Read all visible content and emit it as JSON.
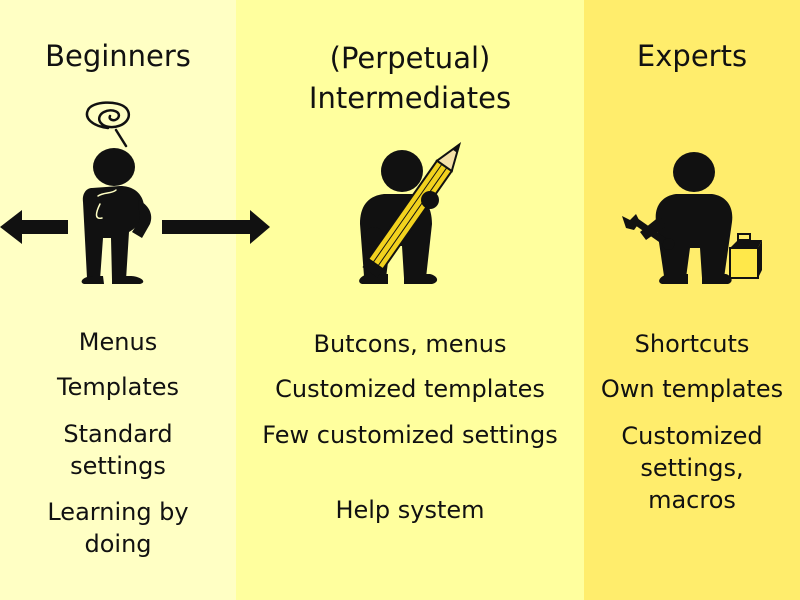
{
  "columns": [
    {
      "title": "Beginners",
      "items": [
        "Menus",
        "Templates",
        "Standard\nsettings",
        "Learning by\ndoing"
      ]
    },
    {
      "title": "(Perpetual)\nIntermediates",
      "items": [
        "Butcons, menus",
        "Customized templates",
        "Few customized settings",
        "Help system"
      ]
    },
    {
      "title": "Experts",
      "items": [
        "Shortcuts",
        "Own templates",
        "Customized\nsettings,\nmacros"
      ]
    }
  ],
  "icons": {
    "beginner": "confused-figure-icon",
    "intermediate": "figure-with-pencil-icon",
    "expert": "figure-with-tools-icon",
    "arrows": "bidirectional-arrow-icon"
  },
  "colors": {
    "beginners_bg": "#ffffc4",
    "intermediates_bg": "#ffff9e",
    "experts_bg": "#ffed6c",
    "figure": "#111111",
    "pencil": "#f2d21e"
  }
}
